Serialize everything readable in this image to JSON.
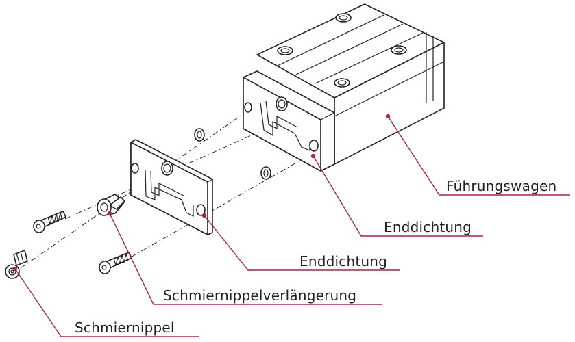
{
  "labels": {
    "carriage": "Führungswagen",
    "end_seal_rear": "Enddichtung",
    "end_seal_front": "Enddichtung",
    "nipple_extension": "Schmiernippelverlängerung",
    "grease_nipple": "Schmiernippel"
  },
  "colors": {
    "leader": "#a3263a",
    "line": "#231f20"
  }
}
